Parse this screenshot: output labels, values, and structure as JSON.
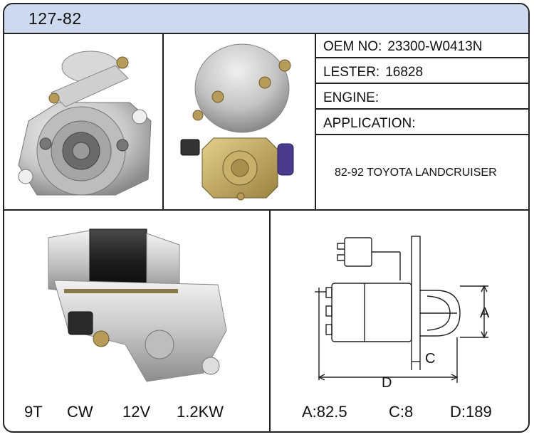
{
  "header": {
    "part_number": "127-82"
  },
  "specs": {
    "oem_label": "OEM NO:",
    "oem_value": "23300-W0413N",
    "lester_label": "LESTER:",
    "lester_value": "16828",
    "engine_label": "ENGINE:",
    "engine_value": "",
    "application_label": "APPLICATION:",
    "application_value": "82-92 TOYOTA LANDCRUISER"
  },
  "ratings": {
    "teeth": "9T",
    "rotation": "CW",
    "voltage": "12V",
    "power": "1.2KW"
  },
  "dimensions": {
    "a": "A:82.5",
    "c": "C:8",
    "d": "D:189",
    "letter_a": "A",
    "letter_c": "C",
    "letter_d": "D"
  },
  "colors": {
    "header_bg": "#cdd9ee",
    "border": "#222222",
    "solenoid_purple": "#4a3a8c"
  }
}
